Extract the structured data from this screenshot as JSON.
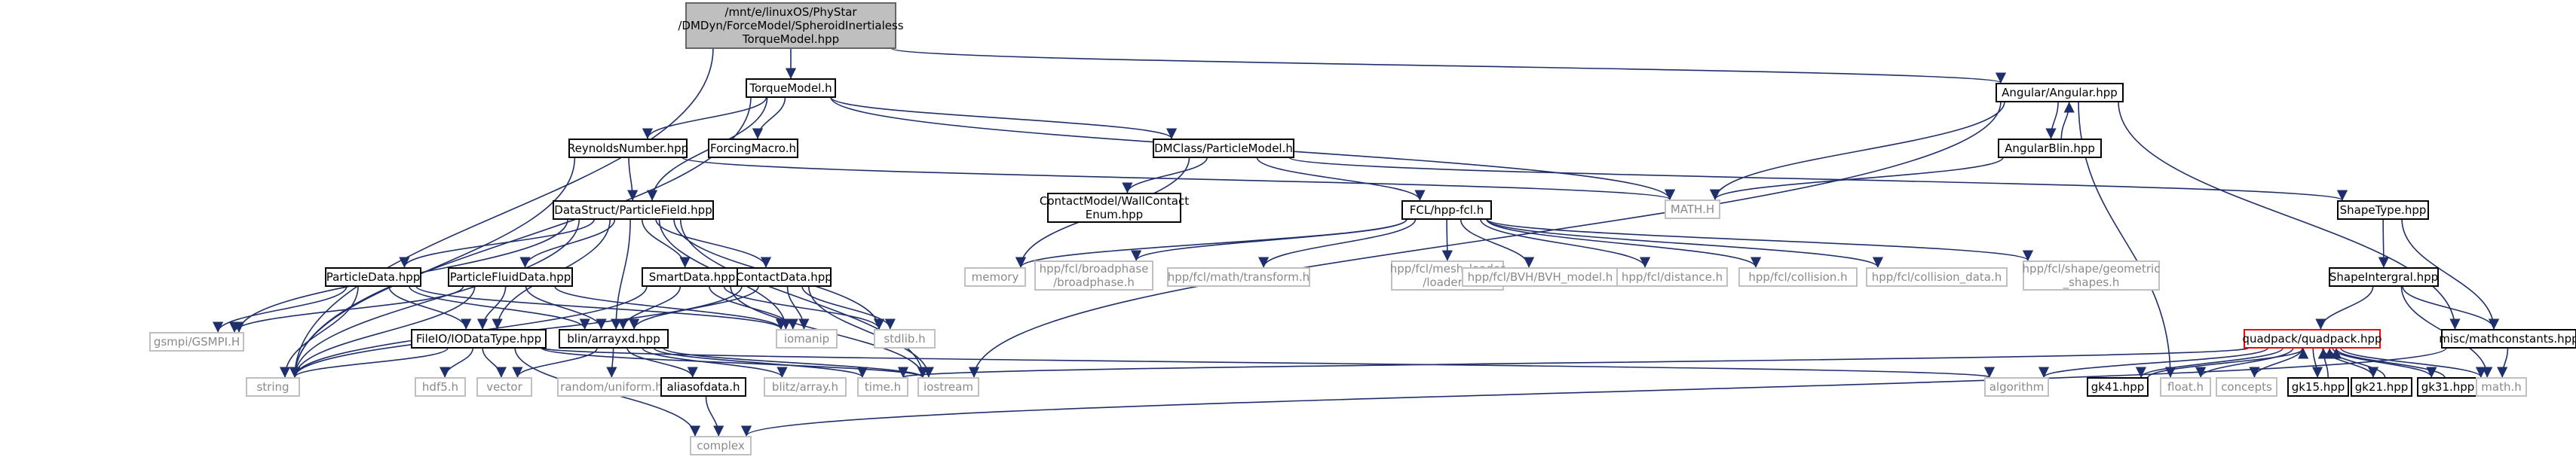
{
  "colors": {
    "edge": "#1f2f6b",
    "root_fill": "#bfbfbf",
    "root_stroke": "#666666",
    "node_stroke": "#000000",
    "missing_stroke": "#c0c0c0",
    "incomplete_stroke": "#ff0000"
  },
  "graph": {
    "nodes": [
      {
        "id": "root",
        "lines": [
          "/mnt/e/linuxOS/PhyStar",
          "/DMDyn/ForceModel/SpheroidInertialess",
          "TorqueModel.hpp"
        ],
        "style": "root"
      },
      {
        "id": "torque",
        "lines": [
          "TorqueModel.h"
        ],
        "style": "normal"
      },
      {
        "id": "angular",
        "lines": [
          "Angular/Angular.hpp"
        ],
        "style": "normal"
      },
      {
        "id": "reynolds",
        "lines": [
          "ReynoldsNumber.hpp"
        ],
        "style": "normal"
      },
      {
        "id": "forcing",
        "lines": [
          "ForcingMacro.h"
        ],
        "style": "normal"
      },
      {
        "id": "particlemodel",
        "lines": [
          "DMClass/ParticleModel.h"
        ],
        "style": "normal"
      },
      {
        "id": "angularblin",
        "lines": [
          "AngularBlin.hpp"
        ],
        "style": "normal"
      },
      {
        "id": "particlefield",
        "lines": [
          "DataStruct/ParticleField.hpp"
        ],
        "style": "normal"
      },
      {
        "id": "mathH",
        "lines": [
          "MATH.H"
        ],
        "style": "grey"
      },
      {
        "id": "wallcontact",
        "lines": [
          "ContactModel/WallContact",
          "Enum.hpp"
        ],
        "style": "normal"
      },
      {
        "id": "fcl",
        "lines": [
          "FCL/hpp-fcl.h"
        ],
        "style": "normal"
      },
      {
        "id": "shapetype",
        "lines": [
          "ShapeType.hpp"
        ],
        "style": "normal"
      },
      {
        "id": "memory",
        "lines": [
          "memory"
        ],
        "style": "grey"
      },
      {
        "id": "broadphase",
        "lines": [
          "hpp/fcl/broadphase",
          "/broadphase.h"
        ],
        "style": "grey"
      },
      {
        "id": "transform",
        "lines": [
          "hpp/fcl/math/transform.h"
        ],
        "style": "grey"
      },
      {
        "id": "meshloader",
        "lines": [
          "hpp/fcl/mesh_loader",
          "/loader.h"
        ],
        "style": "grey"
      },
      {
        "id": "bvh",
        "lines": [
          "hpp/fcl/BVH/BVH_model.h"
        ],
        "style": "grey"
      },
      {
        "id": "distance",
        "lines": [
          "hpp/fcl/distance.h"
        ],
        "style": "grey"
      },
      {
        "id": "collision",
        "lines": [
          "hpp/fcl/collision.h"
        ],
        "style": "grey"
      },
      {
        "id": "collisiondata",
        "lines": [
          "hpp/fcl/collision_data.h"
        ],
        "style": "grey"
      },
      {
        "id": "geometric",
        "lines": [
          "hpp/fcl/shape/geometric",
          "_shapes.h"
        ],
        "style": "grey"
      },
      {
        "id": "shapeintergral",
        "lines": [
          "ShapeIntergral.hpp"
        ],
        "style": "normal"
      },
      {
        "id": "particledata",
        "lines": [
          "ParticleData.hpp"
        ],
        "style": "normal"
      },
      {
        "id": "particlefluid",
        "lines": [
          "ParticleFluidData.hpp"
        ],
        "style": "normal"
      },
      {
        "id": "smartdata",
        "lines": [
          "SmartData.hpp"
        ],
        "style": "normal"
      },
      {
        "id": "contactdata",
        "lines": [
          "ContactData.hpp"
        ],
        "style": "normal"
      },
      {
        "id": "gsmpi",
        "lines": [
          "gsmpi/GSMPI.H"
        ],
        "style": "grey"
      },
      {
        "id": "fileio",
        "lines": [
          "FileIO/IODataType.hpp"
        ],
        "style": "normal"
      },
      {
        "id": "blin",
        "lines": [
          "blin/arrayxd.hpp"
        ],
        "style": "normal"
      },
      {
        "id": "iomanip",
        "lines": [
          "iomanip"
        ],
        "style": "grey"
      },
      {
        "id": "stdlib",
        "lines": [
          "stdlib.h"
        ],
        "style": "grey"
      },
      {
        "id": "quadpack",
        "lines": [
          "quadpack/quadpack.hpp"
        ],
        "style": "incomplete"
      },
      {
        "id": "mathconst",
        "lines": [
          "misc/mathconstants.hpp"
        ],
        "style": "normal"
      },
      {
        "id": "string",
        "lines": [
          "string"
        ],
        "style": "grey"
      },
      {
        "id": "hdf5",
        "lines": [
          "hdf5.h"
        ],
        "style": "grey"
      },
      {
        "id": "vector",
        "lines": [
          "vector"
        ],
        "style": "grey"
      },
      {
        "id": "random",
        "lines": [
          "random/uniform.h"
        ],
        "style": "grey"
      },
      {
        "id": "aliasof",
        "lines": [
          "aliasofdata.h"
        ],
        "style": "normal"
      },
      {
        "id": "blitz",
        "lines": [
          "blitz/array.h"
        ],
        "style": "grey"
      },
      {
        "id": "timeh",
        "lines": [
          "time.h"
        ],
        "style": "grey"
      },
      {
        "id": "iostream",
        "lines": [
          "iostream"
        ],
        "style": "grey"
      },
      {
        "id": "algorithm",
        "lines": [
          "algorithm"
        ],
        "style": "grey"
      },
      {
        "id": "gk41",
        "lines": [
          "gk41.hpp"
        ],
        "style": "normal"
      },
      {
        "id": "floath",
        "lines": [
          "float.h"
        ],
        "style": "grey"
      },
      {
        "id": "concepts",
        "lines": [
          "concepts"
        ],
        "style": "grey"
      },
      {
        "id": "gk15",
        "lines": [
          "gk15.hpp"
        ],
        "style": "normal"
      },
      {
        "id": "gk21",
        "lines": [
          "gk21.hpp"
        ],
        "style": "normal"
      },
      {
        "id": "gk31",
        "lines": [
          "gk31.hpp"
        ],
        "style": "normal"
      },
      {
        "id": "mathh",
        "lines": [
          "math.h"
        ],
        "style": "grey"
      },
      {
        "id": "complex",
        "lines": [
          "complex"
        ],
        "style": "grey"
      }
    ],
    "edges": [
      [
        "root",
        "torque"
      ],
      [
        "root",
        "angular"
      ],
      [
        "root",
        "string"
      ],
      [
        "torque",
        "reynolds"
      ],
      [
        "torque",
        "forcing"
      ],
      [
        "torque",
        "particlemodel"
      ],
      [
        "torque",
        "particlefield"
      ],
      [
        "torque",
        "mathH"
      ],
      [
        "torque",
        "string"
      ],
      [
        "angular",
        "angularblin"
      ],
      [
        "angular",
        "mathH"
      ],
      [
        "angular",
        "mathconst"
      ],
      [
        "angular",
        "floath"
      ],
      [
        "angular",
        "iostream"
      ],
      [
        "angularblin",
        "angular"
      ],
      [
        "angularblin",
        "mathH"
      ],
      [
        "reynolds",
        "particlefield"
      ],
      [
        "reynolds",
        "mathH"
      ],
      [
        "reynolds",
        "string"
      ],
      [
        "particlemodel",
        "wallcontact"
      ],
      [
        "particlemodel",
        "fcl"
      ],
      [
        "particlemodel",
        "shapetype"
      ],
      [
        "particlemodel",
        "memory"
      ],
      [
        "fcl",
        "memory"
      ],
      [
        "fcl",
        "broadphase"
      ],
      [
        "fcl",
        "transform"
      ],
      [
        "fcl",
        "meshloader"
      ],
      [
        "fcl",
        "bvh"
      ],
      [
        "fcl",
        "distance"
      ],
      [
        "fcl",
        "collision"
      ],
      [
        "fcl",
        "collisiondata"
      ],
      [
        "fcl",
        "geometric"
      ],
      [
        "shapetype",
        "shapeintergral"
      ],
      [
        "shapetype",
        "mathconst"
      ],
      [
        "shapeintergral",
        "quadpack"
      ],
      [
        "shapeintergral",
        "mathconst"
      ],
      [
        "shapeintergral",
        "mathh"
      ],
      [
        "particlefield",
        "particledata"
      ],
      [
        "particlefield",
        "particlefluid"
      ],
      [
        "particlefield",
        "smartdata"
      ],
      [
        "particlefield",
        "contactdata"
      ],
      [
        "particlefield",
        "gsmpi"
      ],
      [
        "particlefield",
        "fileio"
      ],
      [
        "particlefield",
        "blin"
      ],
      [
        "particlefield",
        "iomanip"
      ],
      [
        "particlefield",
        "stdlib"
      ],
      [
        "particlefield",
        "iostream"
      ],
      [
        "particlefield",
        "string"
      ],
      [
        "particledata",
        "gsmpi"
      ],
      [
        "particledata",
        "fileio"
      ],
      [
        "particledata",
        "blin"
      ],
      [
        "particledata",
        "iomanip"
      ],
      [
        "particledata",
        "string"
      ],
      [
        "particlefluid",
        "gsmpi"
      ],
      [
        "particlefluid",
        "fileio"
      ],
      [
        "particlefluid",
        "blin"
      ],
      [
        "particlefluid",
        "iomanip"
      ],
      [
        "particlefluid",
        "string"
      ],
      [
        "smartdata",
        "blin"
      ],
      [
        "smartdata",
        "iomanip"
      ],
      [
        "smartdata",
        "stdlib"
      ],
      [
        "smartdata",
        "iostream"
      ],
      [
        "smartdata",
        "string"
      ],
      [
        "contactdata",
        "blin"
      ],
      [
        "contactdata",
        "iomanip"
      ],
      [
        "contactdata",
        "stdlib"
      ],
      [
        "contactdata",
        "iostream"
      ],
      [
        "contactdata",
        "string"
      ],
      [
        "fileio",
        "hdf5"
      ],
      [
        "fileio",
        "vector"
      ],
      [
        "fileio",
        "string"
      ],
      [
        "fileio",
        "complex"
      ],
      [
        "fileio",
        "algorithm"
      ],
      [
        "fileio",
        "iostream"
      ],
      [
        "blin",
        "vector"
      ],
      [
        "blin",
        "random"
      ],
      [
        "blin",
        "aliasof"
      ],
      [
        "blin",
        "blitz"
      ],
      [
        "blin",
        "timeh"
      ],
      [
        "blin",
        "iostream"
      ],
      [
        "aliasof",
        "complex"
      ],
      [
        "quadpack",
        "algorithm"
      ],
      [
        "quadpack",
        "gk41"
      ],
      [
        "quadpack",
        "floath"
      ],
      [
        "quadpack",
        "concepts"
      ],
      [
        "quadpack",
        "gk15"
      ],
      [
        "quadpack",
        "gk21"
      ],
      [
        "quadpack",
        "gk31"
      ],
      [
        "quadpack",
        "mathh"
      ],
      [
        "quadpack",
        "timeh"
      ],
      [
        "gk41",
        "quadpack"
      ],
      [
        "gk15",
        "quadpack"
      ],
      [
        "gk21",
        "quadpack"
      ],
      [
        "gk31",
        "quadpack"
      ],
      [
        "mathconst",
        "mathh"
      ],
      [
        "mathconst",
        "complex"
      ]
    ]
  }
}
